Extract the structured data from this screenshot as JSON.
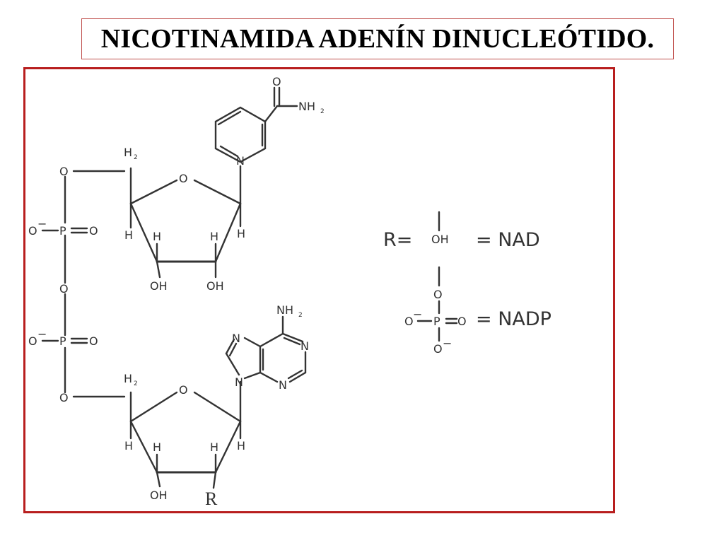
{
  "title": "NICOTINAMIDA ADENÍN DINUCLEÓTIDO.",
  "labels": {
    "o": "O",
    "o_minus": "O",
    "p": "P",
    "n": "N",
    "h": "H",
    "oh": "OH",
    "h2": "H",
    "sub2": "2",
    "nh2": "NH",
    "r": "R",
    "minus": "−"
  },
  "legend": {
    "r_eq": "R=",
    "oh": "OH",
    "nad": "= NAD",
    "nadp": "= NADP"
  }
}
